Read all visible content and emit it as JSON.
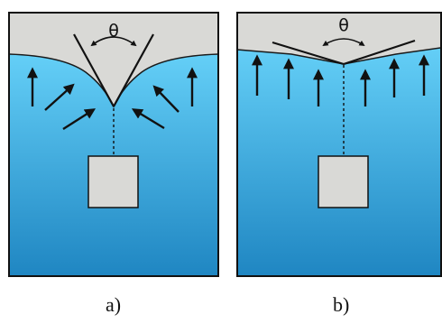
{
  "panels": [
    {
      "id": "a",
      "caption": "a)",
      "angle_symbol": "θ",
      "arrow_count": 6,
      "surface": "curved-meniscus"
    },
    {
      "id": "b",
      "caption": "b)",
      "angle_symbol": "θ",
      "arrow_count": 6,
      "surface": "shallow-v"
    }
  ],
  "colors": {
    "water_top": "#64cff7",
    "water_bottom": "#1f86c2",
    "air": "#d9d9d6",
    "outline": "#111111",
    "weight_fill": "#d9d9d6",
    "arrow": "#111111"
  }
}
